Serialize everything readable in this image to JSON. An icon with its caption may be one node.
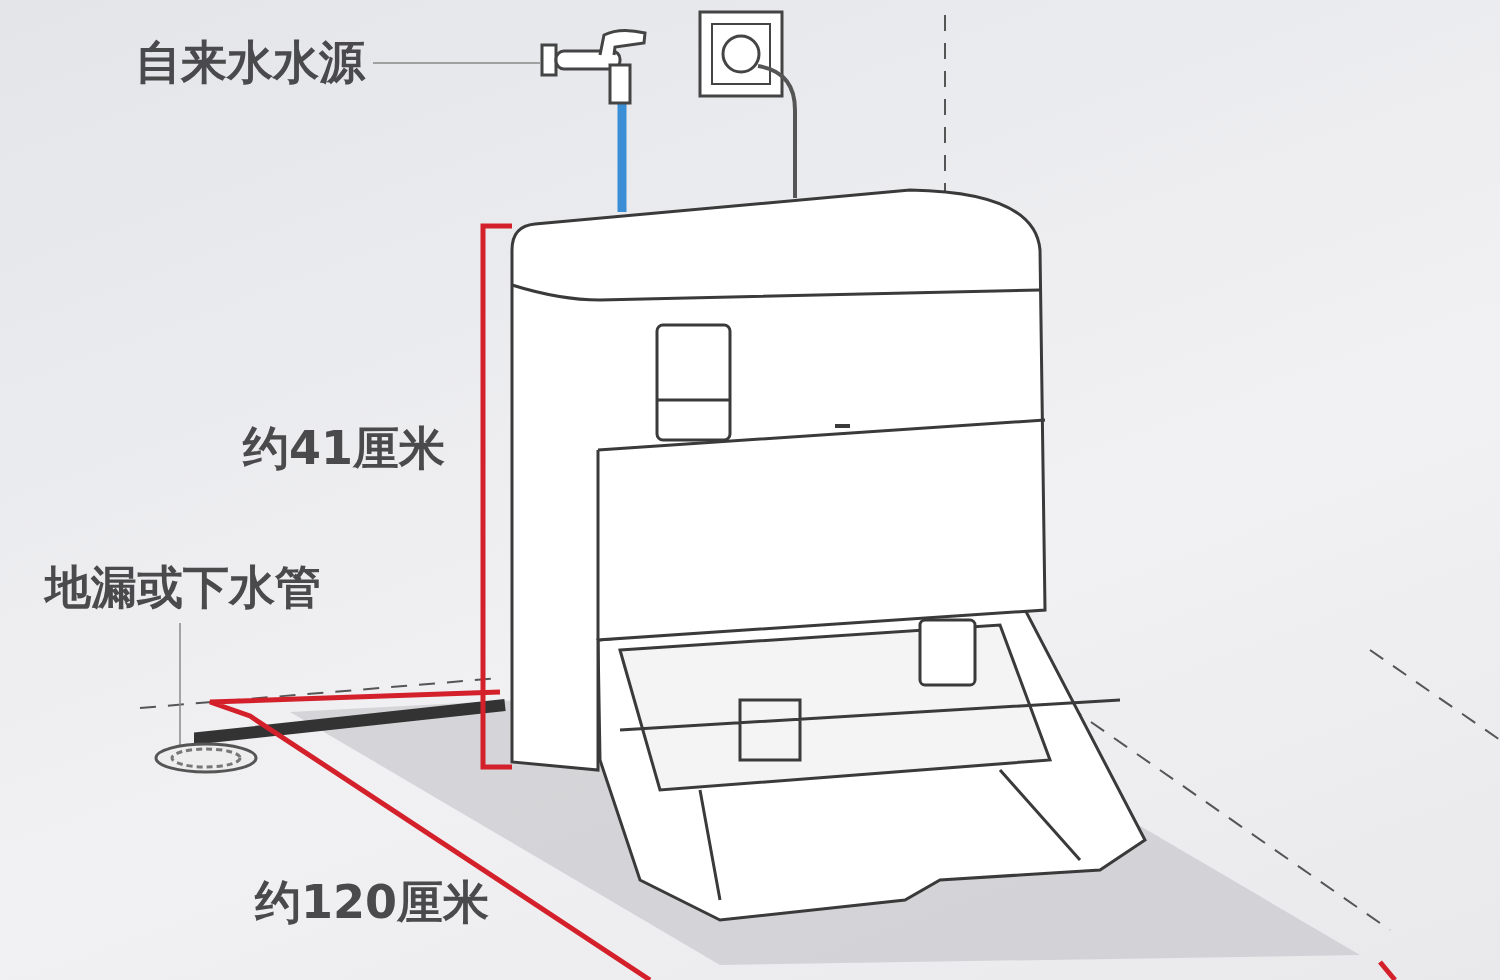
{
  "diagram": {
    "nodes": [
      {
        "text": [
          "自来水水源"
        ]
      },
      {
        "text": [],
        "shape": "picture"
      },
      {
        "text": [
          "地漏或下水管"
        ]
      },
      {
        "text": [],
        "shape": "picture"
      }
    ],
    "edges": [
      {
        "from": 0,
        "to": 1,
        "arrow": "none"
      },
      {
        "from": 2,
        "to": 3,
        "arrow": "none"
      }
    ],
    "labels": [
      "约41厘米",
      "约120厘米"
    ]
  }
}
